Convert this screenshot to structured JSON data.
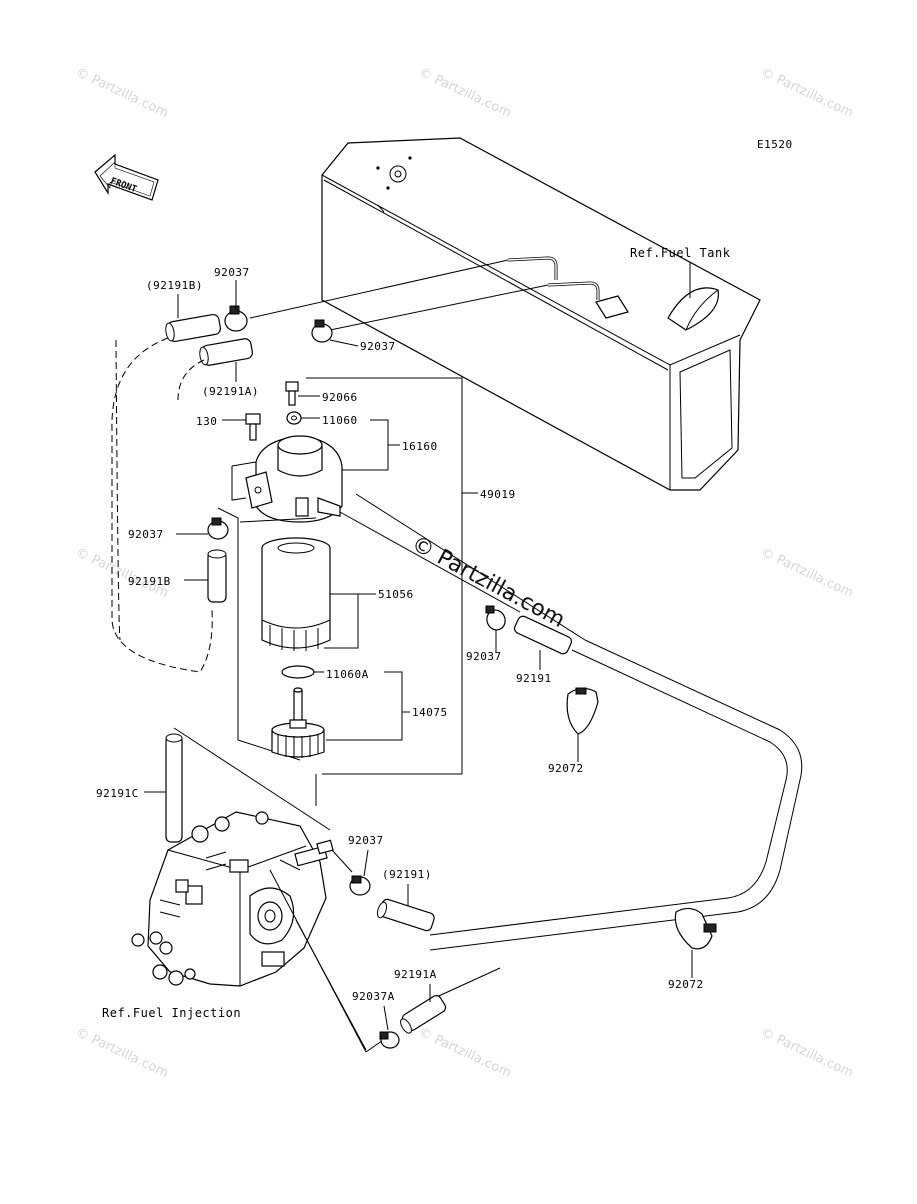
{
  "diagram_code": "E1520",
  "front_label": "FRONT",
  "watermark": "© Partzilla.com",
  "center_watermark": "© Partzilla.com",
  "refs": {
    "fuel_tank": "Ref.Fuel Tank",
    "fuel_injection": "Ref.Fuel Injection"
  },
  "labels": {
    "l92191B_paren": "(92191B)",
    "l92037_a": "92037",
    "l92037_b": "92037",
    "l92191A_paren": "(92191A)",
    "l130": "130",
    "l92066": "92066",
    "l11060": "11060",
    "l16160": "16160",
    "l49019": "49019",
    "l92037_c": "92037",
    "l92191B": "92191B",
    "l51056": "51056",
    "l11060A": "11060A",
    "l14075": "14075",
    "l92037_d": "92037",
    "l92191": "92191",
    "l92072_a": "92072",
    "l92191C": "92191C",
    "l92037_e": "92037",
    "l92191_paren": "(92191)",
    "l92072_b": "92072",
    "l92191A": "92191A",
    "l92037A": "92037A"
  }
}
